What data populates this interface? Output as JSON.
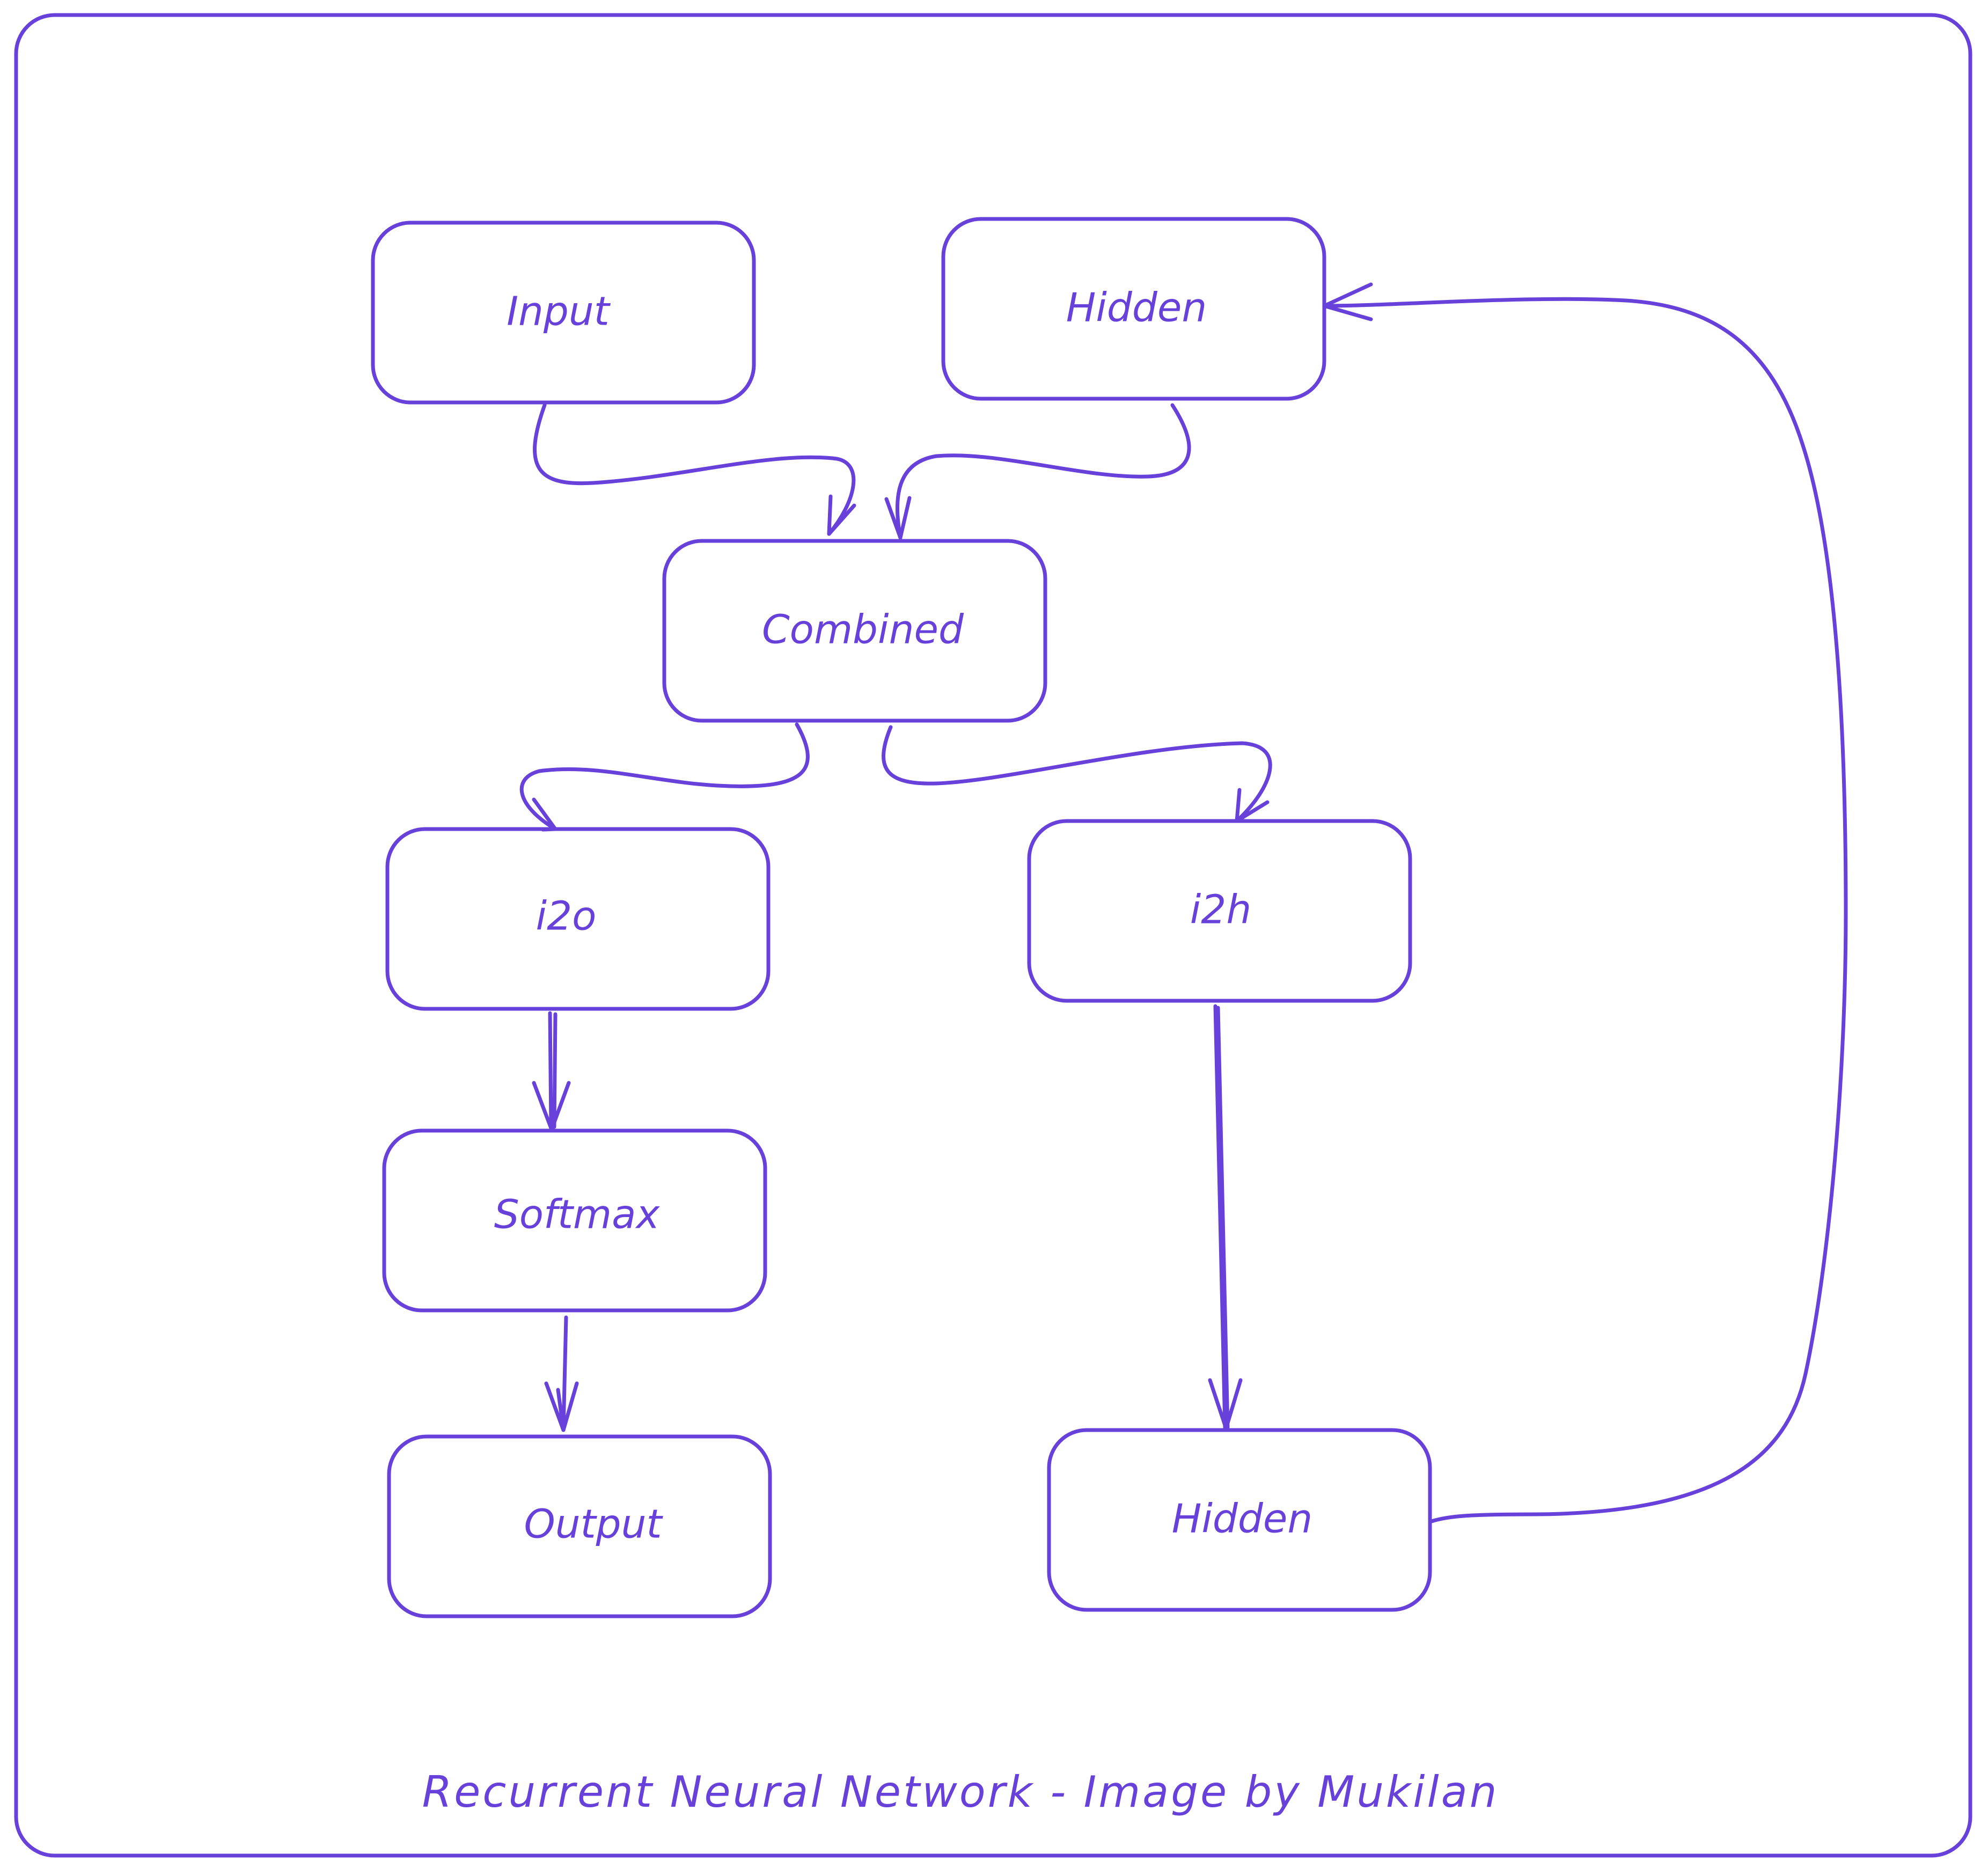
{
  "colors": {
    "background_fill": "#d0bfff",
    "stroke": "#6741d9",
    "page": "#ffffff"
  },
  "nodes": {
    "input": "Input",
    "hidden_top": "Hidden",
    "combined": "Combined",
    "i2o": "i2o",
    "i2h": "i2h",
    "softmax": "Softmax",
    "output": "Output",
    "hidden_bottom": "Hidden"
  },
  "edges": [
    {
      "from": "input",
      "to": "combined"
    },
    {
      "from": "hidden_top",
      "to": "combined"
    },
    {
      "from": "combined",
      "to": "i2o"
    },
    {
      "from": "combined",
      "to": "i2h"
    },
    {
      "from": "i2o",
      "to": "softmax"
    },
    {
      "from": "softmax",
      "to": "output"
    },
    {
      "from": "i2h",
      "to": "hidden_bottom"
    },
    {
      "from": "hidden_bottom",
      "to": "hidden_top"
    }
  ],
  "caption": "Recurrent Neural Network - Image by Mukilan"
}
